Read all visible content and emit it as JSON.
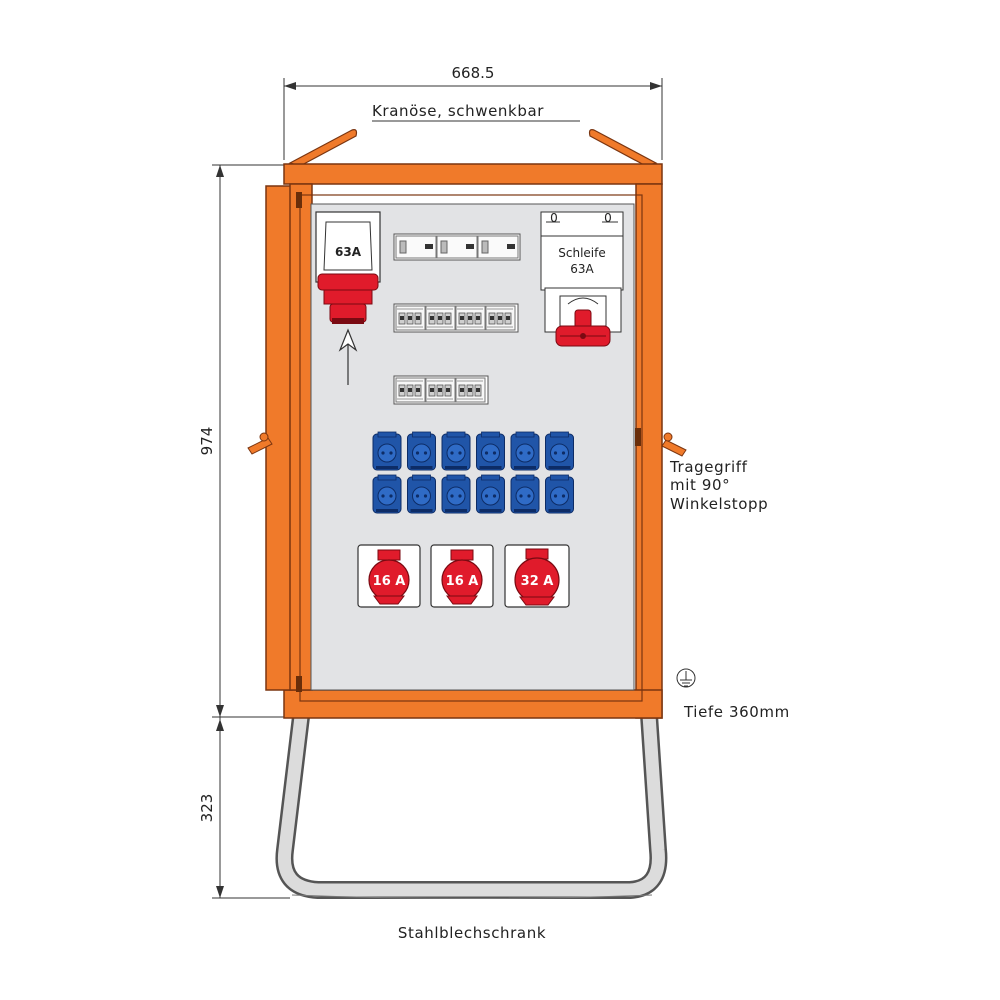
{
  "dimensions": {
    "width": "668.5",
    "height_cabinet": "974",
    "height_stand": "323"
  },
  "labels": {
    "crane_eye": "Kranöse, schwenkbar",
    "handle_line1": "Tragegriff",
    "handle_line2": "mit 90°",
    "handle_line3": "Winkelstopp",
    "depth": "Tiefe 360mm",
    "cabinet_type": "Stahlblechschrank",
    "loop_line1": "Schleife",
    "loop_line2": "63A",
    "switch_mark_a": "0",
    "switch_mark_b": "0"
  },
  "inlet": {
    "rating": "63A"
  },
  "cee_outlets": [
    {
      "rating": "16 A"
    },
    {
      "rating": "16 A"
    },
    {
      "rating": "32 A"
    }
  ],
  "schuko_outlets": {
    "rows": 2,
    "per_row": 6
  },
  "breaker_groups": [
    {
      "row": "rcd",
      "count": 3
    },
    {
      "row": "mcb-1",
      "count": 4
    },
    {
      "row": "mcb-2",
      "count": 3
    }
  ],
  "colors": {
    "frame_orange": "#f07a2a",
    "frame_dark": "#b94e12",
    "panel_grey": "#e2e3e5",
    "cee_red": "#e01b2b",
    "schuko_blue": "#2055a8",
    "stand_grey": "#d8d8d8"
  }
}
